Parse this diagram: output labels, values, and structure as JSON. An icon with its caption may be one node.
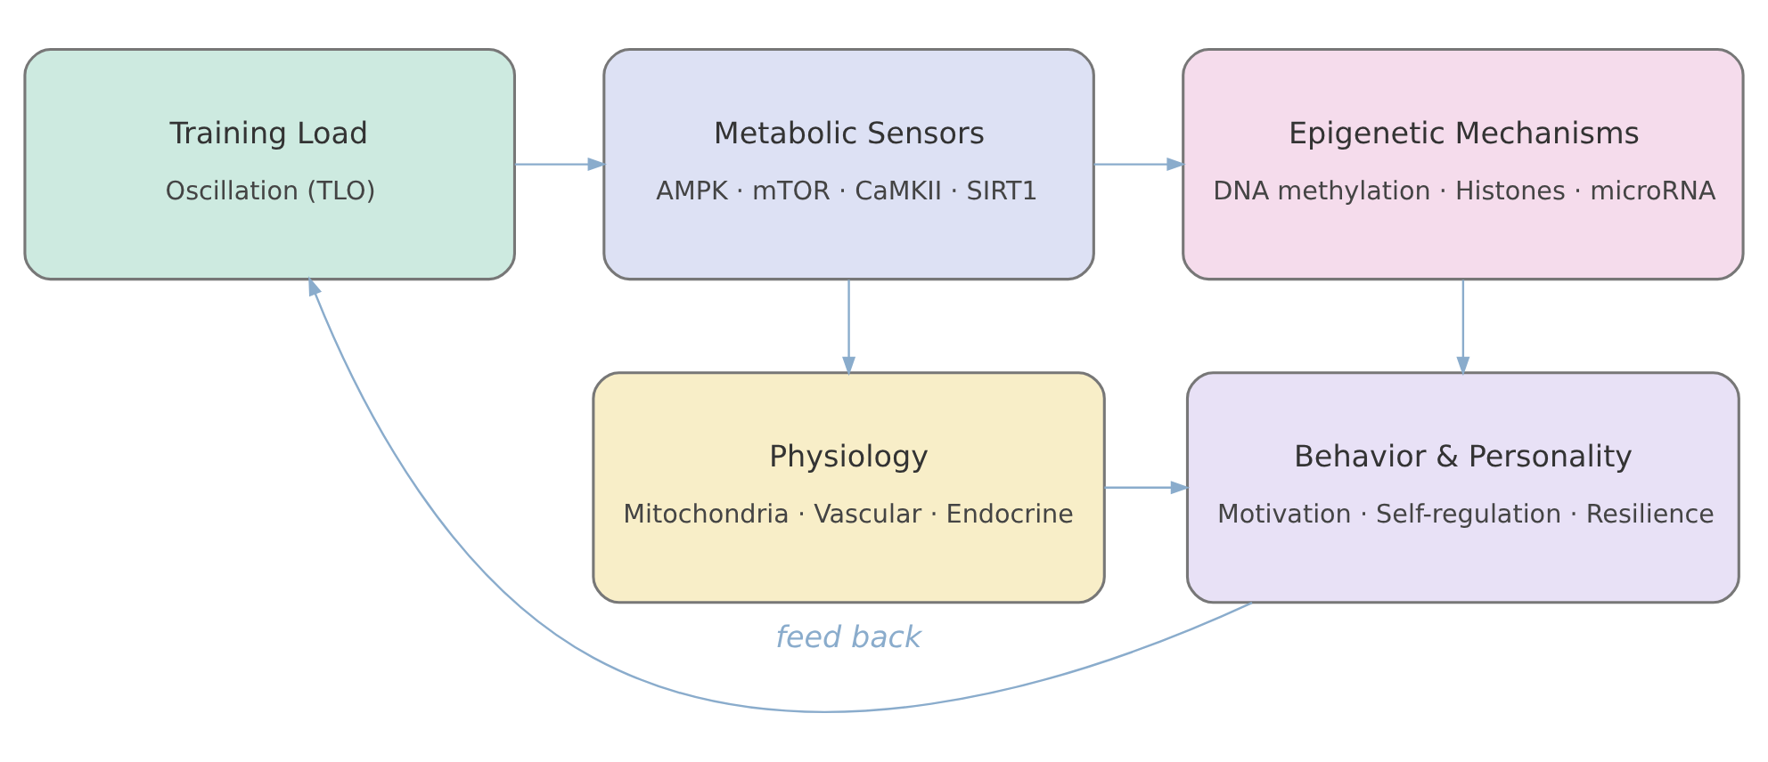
{
  "diagram": {
    "nodes": [
      {
        "text": [
          "Training Load",
          "Oscillation (TLO)"
        ]
      },
      {
        "text": [
          "Metabolic Sensors",
          "AMPK · mTOR · CaMKII · SIRT1"
        ]
      },
      {
        "text": [
          "Epigenetic Mechanisms",
          "DNA methylation · Histones · microRNA"
        ]
      },
      {
        "text": [
          "Physiology",
          "Mitochondria · Vascular · Endocrine"
        ]
      },
      {
        "text": [
          "Behavior & Personality",
          "Motivation · Self-regulation · Resilience"
        ]
      }
    ],
    "edges": [
      {
        "from": 0,
        "to": 1,
        "arrow": "to"
      },
      {
        "from": 1,
        "to": 2,
        "arrow": "to"
      },
      {
        "from": 1,
        "to": 3,
        "arrow": "to"
      },
      {
        "from": 2,
        "to": 4,
        "arrow": "to"
      },
      {
        "from": 3,
        "to": 4,
        "arrow": "to"
      },
      {
        "from": 4,
        "to": 0,
        "arrow": "to",
        "label": "feed back"
      }
    ]
  }
}
